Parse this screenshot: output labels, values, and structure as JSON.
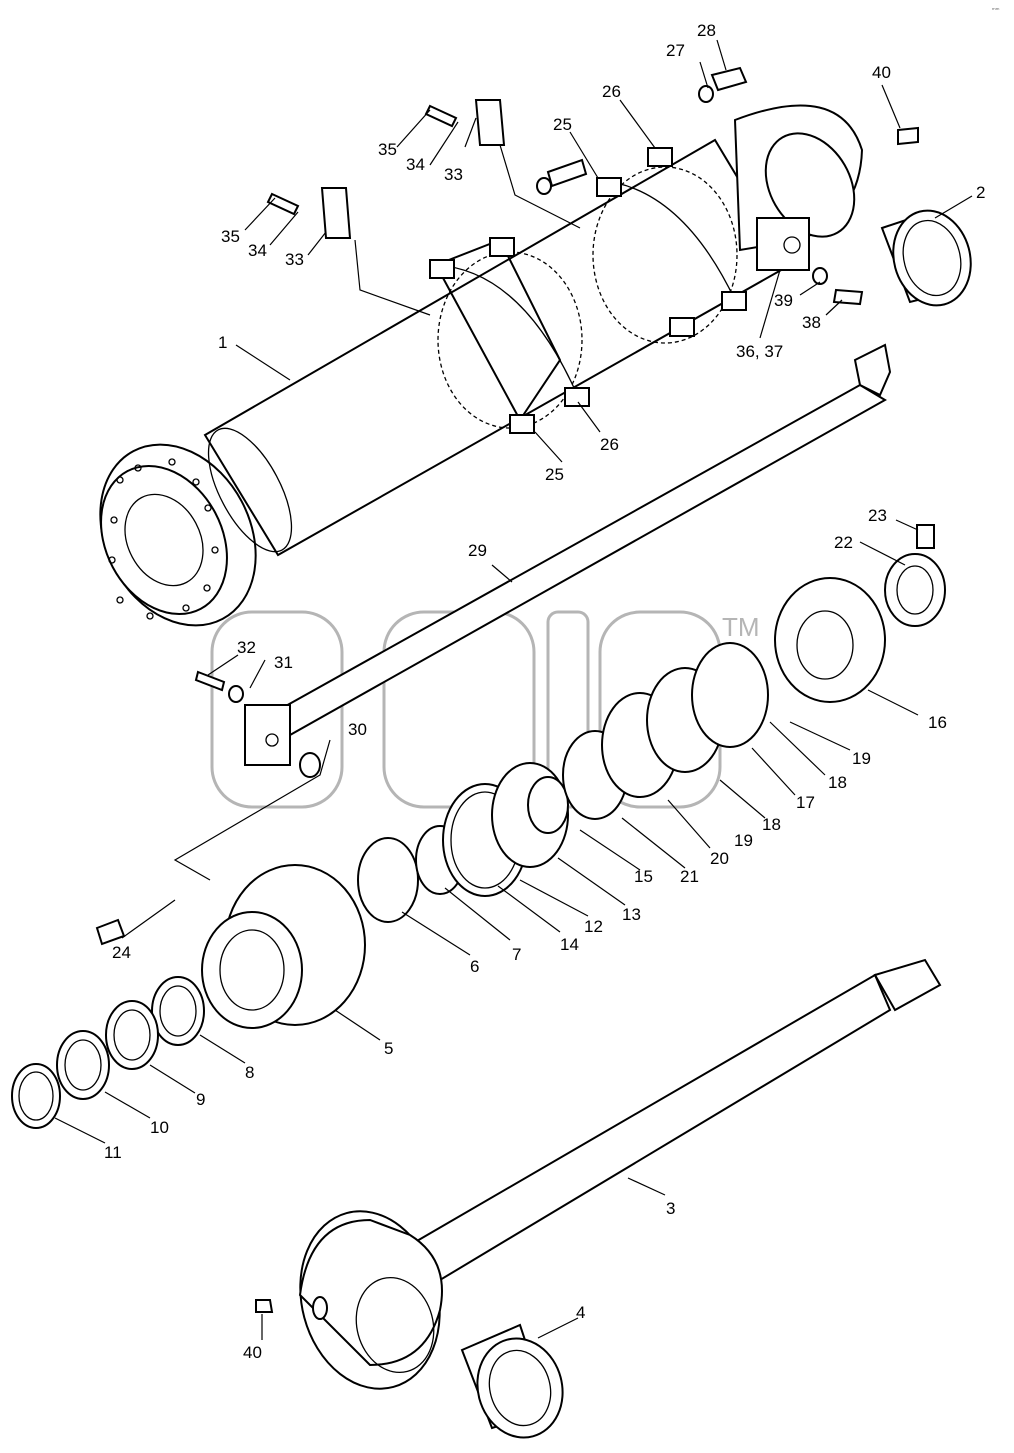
{
  "watermark": {
    "trademark": "TM"
  },
  "corner_mark": "ᵐᵐ",
  "labels": {
    "p1": "1",
    "p2": "2",
    "p3": "3",
    "p4": "4",
    "p5": "5",
    "p6": "6",
    "p7": "7",
    "p8": "8",
    "p9": "9",
    "p10": "10",
    "p11": "11",
    "p12": "12",
    "p13": "13",
    "p14": "14",
    "p15": "15",
    "p16": "16",
    "p17": "17",
    "p18a": "18",
    "p18b": "18",
    "p19a": "19",
    "p19b": "19",
    "p20": "20",
    "p21": "21",
    "p22": "22",
    "p23": "23",
    "p24": "24",
    "p25a": "25",
    "p25b": "25",
    "p26a": "26",
    "p26b": "26",
    "p27": "27",
    "p28": "28",
    "p29": "29",
    "p30": "30",
    "p31": "31",
    "p32": "32",
    "p33a": "33",
    "p33b": "33",
    "p34a": "34",
    "p34b": "34",
    "p35a": "35",
    "p35b": "35",
    "p36_37": "36, 37",
    "p38": "38",
    "p39": "39",
    "p40a": "40",
    "p40b": "40"
  }
}
